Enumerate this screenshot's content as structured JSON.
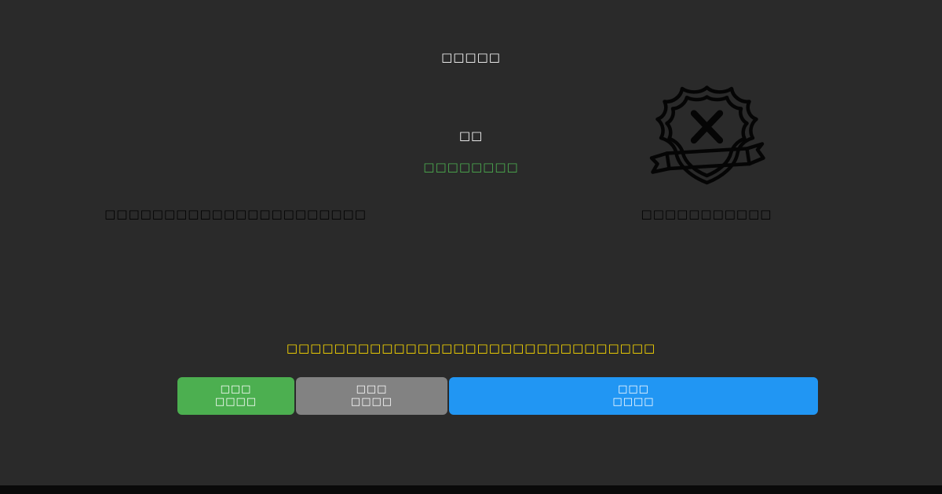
{
  "page": {
    "title": "□□□□□",
    "center_label": "□□",
    "green_label": "□□□□□□□□",
    "left_note": "□□□□□□□□□□□□□□□□□□□□□□",
    "shield_caption": "□□□□□□□□□□□",
    "warning": "□□□□□□□□□□□□□□□□□□□□□□□□□□□□□□□",
    "buttons": [
      {
        "line1": "□□□",
        "line2": "□□□□",
        "variant": "green"
      },
      {
        "line1": "□□□",
        "line2": "□□□□",
        "variant": "gray"
      },
      {
        "line1": "□□□",
        "line2": "□□□□",
        "variant": "blue"
      }
    ],
    "colors": {
      "background": "#2a2a2a",
      "green": "#4caf50",
      "gray": "#828282",
      "blue": "#2196f3",
      "yellow": "#ffdd00"
    }
  }
}
